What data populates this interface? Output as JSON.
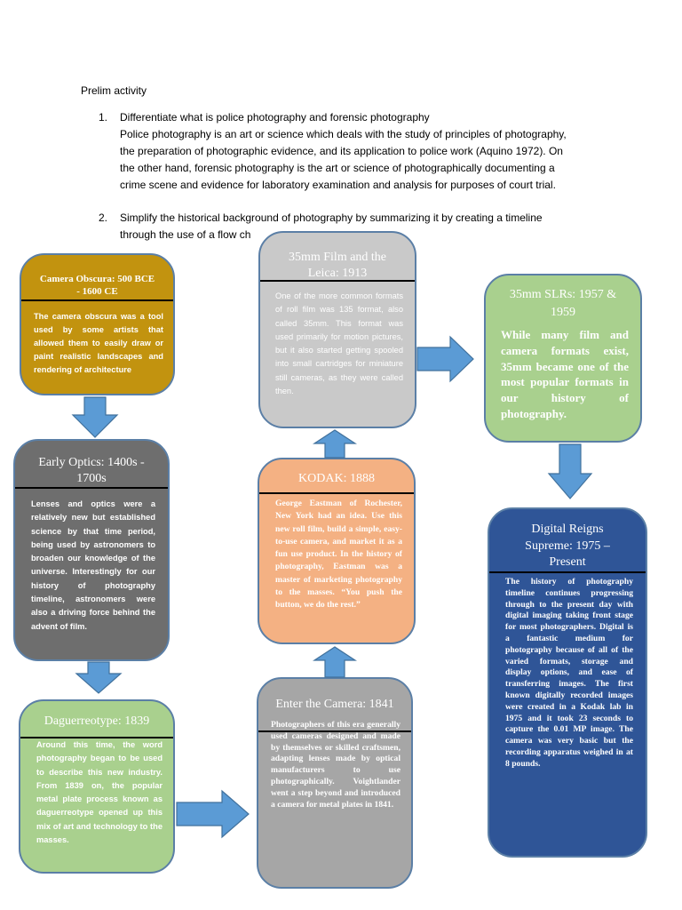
{
  "title": "Prelim activity",
  "questions": [
    {
      "num": "1.",
      "text_lines": [
        "Differentiate what is police photography and forensic photography",
        "Police photography is an art or science which deals with the study of principles of photography,",
        "the preparation of photographic evidence, and its application to police work (Aquino 1972). On",
        "the other hand, forensic photography is the art or science of photographically documenting a",
        "crime scene and evidence for laboratory examination and analysis for purposes of court trial."
      ]
    },
    {
      "num": "2.",
      "text_lines": [
        "Simplify the historical background of photography by summarizing it by creating a timeline",
        "through the use of a flow ch"
      ]
    }
  ],
  "boxes": {
    "obscura": {
      "title": "Camera Obscura: 500 BCE - 1600 CE",
      "body": "The camera obscura was a tool used by some artists that allowed them to easily draw or paint realistic landscapes and rendering of architecture",
      "fill": "#c2930f"
    },
    "optics": {
      "title": "Early Optics: 1400s - 1700s",
      "body": "Lenses and optics were a relatively new but established science by that time period, being used by astronomers to broaden our knowledge of the universe. Interestingly for our history of photography timeline, astronomers were also a driving force behind the advent of film.",
      "fill": "#6e6e6e"
    },
    "daguerreotype": {
      "title": "Daguerreotype: 1839",
      "body": "Around this time, the word photography began to be used to describe this new industry. From 1839 on, the popular metal plate process known as daguerreotype opened up this mix of art and technology to the masses.",
      "fill": "#a9d08e"
    },
    "camera": {
      "title": "Enter the Camera: 1841",
      "body": "Photographers of this era generally used cameras designed and made by themselves or skilled craftsmen, adapting lenses made by optical manufacturers to use photographically. Voightlander went a step beyond and introduced a camera for metal plates in 1841.",
      "fill": "#a6a6a6"
    },
    "kodak": {
      "title": "KODAK: 1888",
      "body": "George Eastman of Rochester, New York had an idea. Use this new roll film, build a simple, easy-to-use camera, and market it as a fun use product. In the history of photography, Eastman was a master of marketing photography to the masses. “You push the button, we do the rest.”",
      "fill": "#f4b183"
    },
    "leica": {
      "title": "35mm Film and the Leica: 1913",
      "body": "One of the more common formats of roll film was 135 format, also called 35mm. This format was used primarily for motion pictures, but it also started getting spooled into small cartridges for miniature still cameras, as they were called then.",
      "fill": "#c9c9c9"
    },
    "slr": {
      "title": "35mm SLRs: 1957 & 1959",
      "body": "While many film and camera formats exist, 35mm became one of the most popular formats in our history of photography.",
      "fill": "#a9d08e"
    },
    "digital": {
      "title": "Digital Reigns Supreme: 1975 – Present",
      "body": "The history of photography timeline continues progressing through to the present day with digital imaging taking front stage for most photographers. Digital is a fantastic medium for photography because of all of the varied formats, storage and display options, and ease of transferring images. The first known digitally recorded images were created in a Kodak lab in 1975 and it took 23 seconds to capture the 0.01 MP image. The camera was very basic but the recording apparatus weighed in at 8 pounds.",
      "fill": "#2f5597"
    }
  },
  "colors": {
    "arrow_fill": "#5b9bd5",
    "arrow_stroke": "#41719c",
    "box_border": "#5b7fa6"
  }
}
